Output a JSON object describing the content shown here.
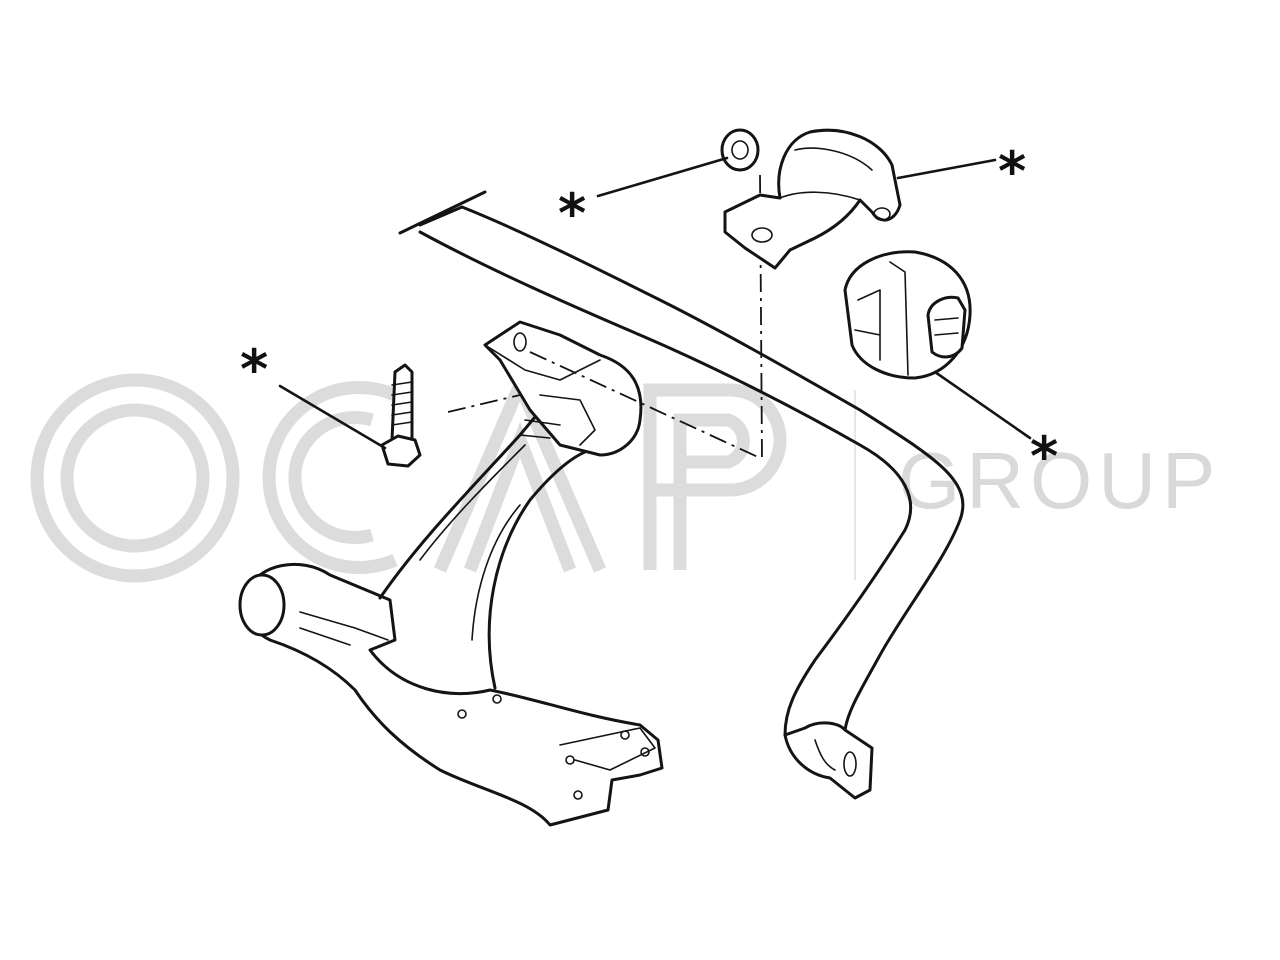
{
  "watermark": {
    "brand": "OCAP",
    "group_label": "GROUP",
    "color": "#d9d9d9"
  },
  "callouts": {
    "washer_marker": "*",
    "clamp_marker": "*",
    "bushing_marker": "*",
    "bolt_marker": "*"
  },
  "parts": [
    "washer",
    "bushing-clamp-bracket",
    "stabilizer-bar-bushing",
    "mounting-bolt",
    "lower-control-arm",
    "stabilizer-bar"
  ],
  "colors": {
    "line": "#141414",
    "background": "#ffffff"
  }
}
